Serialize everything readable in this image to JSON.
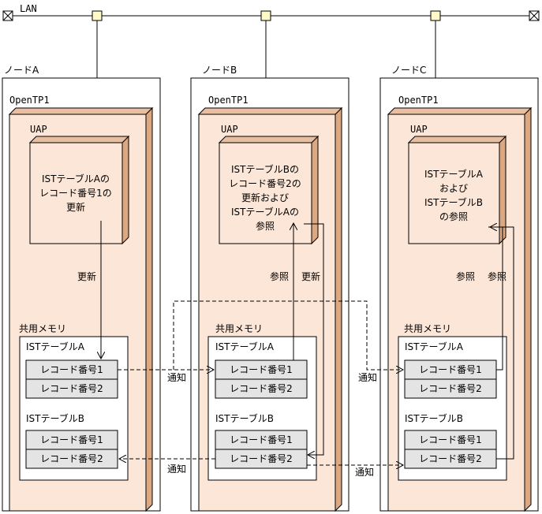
{
  "lan": {
    "label": "LAN"
  },
  "nodes": [
    {
      "name": "ノードA",
      "openTP1": "OpenTP1",
      "uap_label": "UAP",
      "uap_lines": [
        "ISTテーブルAの",
        "レコード番号1の",
        "更新"
      ],
      "shared_mem": "共用メモリ",
      "table_a": "ISTテーブルA",
      "table_b": "ISTテーブルB",
      "records": [
        "レコード番号1",
        "レコード番号2"
      ]
    },
    {
      "name": "ノードB",
      "openTP1": "OpenTP1",
      "uap_label": "UAP",
      "uap_lines": [
        "ISTテーブルBの",
        "レコード番号2の",
        "更新および",
        "ISTテーブルAの",
        "参照"
      ],
      "shared_mem": "共用メモリ",
      "table_a": "ISTテーブルA",
      "table_b": "ISTテーブルB",
      "records": [
        "レコード番号1",
        "レコード番号2"
      ]
    },
    {
      "name": "ノードC",
      "openTP1": "OpenTP1",
      "uap_label": "UAP",
      "uap_lines": [
        "ISTテーブルA",
        "および",
        "ISTテーブルB",
        "の参照"
      ],
      "shared_mem": "共用メモリ",
      "table_a": "ISTテーブルA",
      "table_b": "ISTテーブルB",
      "records": [
        "レコード番号1",
        "レコード番号2"
      ]
    }
  ],
  "labels": {
    "update": "更新",
    "refer": "参照",
    "notify": "通知"
  },
  "colors": {
    "openTP1_fill": "#fbe6d8",
    "uap_fill": "#fbe6d8",
    "side_fill": "#dca882",
    "record_fill": "#e4e4e4",
    "lan_node_fill": "#fff8c8"
  }
}
